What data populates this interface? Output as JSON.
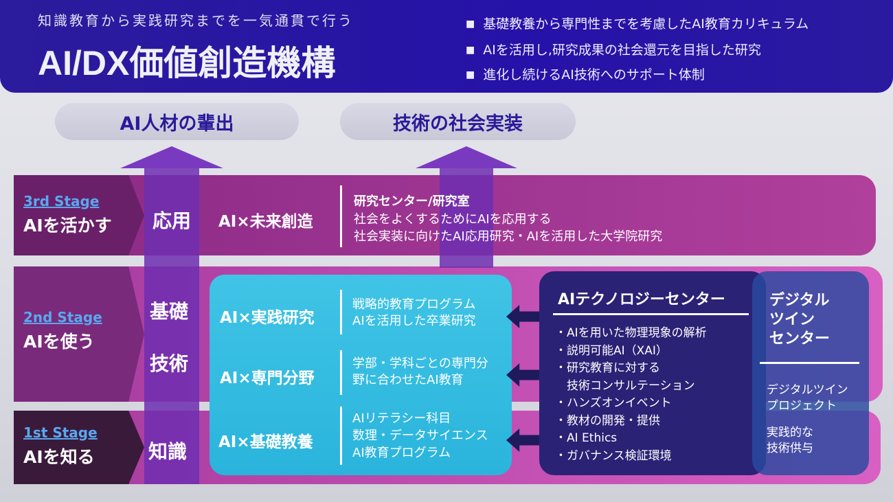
{
  "header": {
    "subtitle": "知識教育から実践研究までを一気通貫で行う",
    "title": "AI/DX価値創造機構",
    "bullets": [
      "基礎教養から専門性までを考慮したAI教育カリキュラム",
      "AIを活用し,研究成果の社会還元を目指した研究",
      "進化し続けるAI技術へのサポート体制"
    ]
  },
  "goals": [
    "AI人材の輩出",
    "技術の社会実装"
  ],
  "stages": [
    {
      "stage": "3rd Stage",
      "label": "AIを活かす",
      "level": "応用",
      "row": "AI×未来創造",
      "lines": [
        "研究センター/研究室",
        "社会をよくするためにAIを応用する",
        "社会実装に向けたAI応用研究・AIを活用した大学院研究"
      ]
    },
    {
      "stage": "2nd Stage",
      "label": "AIを使う",
      "levels": [
        "基礎",
        "技術"
      ]
    },
    {
      "stage": "1st Stage",
      "label": "AIを知る",
      "level": "知識"
    }
  ],
  "programs": [
    {
      "row": "AI×実践研究",
      "lines": [
        "戦略的教育プログラム",
        "AIを活用した卒業研究"
      ]
    },
    {
      "row": "AI×専門分野",
      "lines": [
        "学部・学科ごとの専門分",
        "野に合わせたAI教育"
      ]
    },
    {
      "row": "AI×基礎教養",
      "lines": [
        "AIリテラシー科目",
        "数理・データサイエンス",
        "AI教育プログラム"
      ]
    }
  ],
  "tech_center": {
    "title": "AIテクノロジーセンター",
    "items": [
      "・AIを用いた物理現象の解析",
      "・説明可能AI（XAI）",
      "・研究教育に対する",
      "　技術コンサルテーション",
      "・ハンズオンイベント",
      "・教材の開発・提供",
      "・AI Ethics",
      "・ガバナンス検証環境"
    ]
  },
  "digital_twin": {
    "title_lines": [
      "デジタル",
      "ツイン",
      "センター"
    ],
    "items": [
      "デジタルツイン",
      "プロジェクト",
      "実践的な",
      "技術供与"
    ]
  }
}
